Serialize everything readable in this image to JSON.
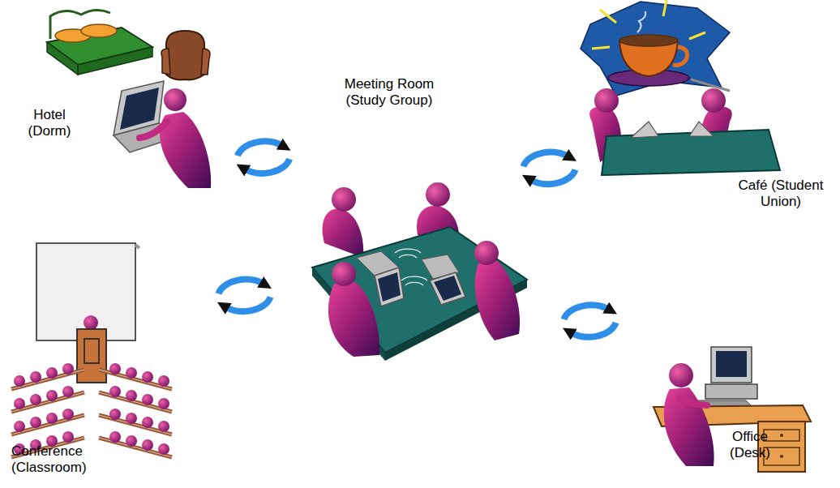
{
  "diagram": {
    "nodes": [
      {
        "text": [
          "Hotel (Dorm)"
        ]
      },
      {
        "text": [
          "Meeting Room (Study Group)"
        ]
      },
      {
        "text": [
          "Café (Student Union)"
        ]
      },
      {
        "text": [
          "Conference (Classroom)"
        ]
      },
      {
        "text": [
          "Office (Desk)"
        ]
      }
    ],
    "edges": [
      {
        "from": 0,
        "to": 1,
        "arrow": "both"
      },
      {
        "from": 1,
        "to": 2,
        "arrow": "both"
      },
      {
        "from": 3,
        "to": 1,
        "arrow": "both"
      },
      {
        "from": 1,
        "to": 4,
        "arrow": "both"
      }
    ]
  }
}
